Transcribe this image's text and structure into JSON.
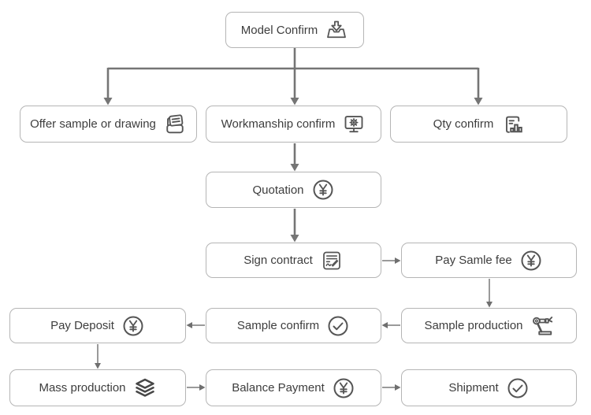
{
  "diagram": {
    "type": "flowchart",
    "background": "#ffffff",
    "colors": {
      "box_border": "#b5b5b5",
      "box_fill": "#ffffff",
      "text": "#3d3d3d",
      "icon": "#555555",
      "arrow_thick": "#757575",
      "arrow_thin": "#6f6f6f"
    },
    "nodes": [
      {
        "id": "model-confirm",
        "label": "Model Confirm",
        "icon": "download-tray-icon"
      },
      {
        "id": "offer-sample-or-drawing",
        "label": "Offer sample or drawing",
        "icon": "printer-document-icon"
      },
      {
        "id": "workmanship-confirm",
        "label": "Workmanship confirm",
        "icon": "monitor-gear-icon"
      },
      {
        "id": "qty-confirm",
        "label": "Qty confirm",
        "icon": "document-bar-chart-icon"
      },
      {
        "id": "quotation",
        "label": "Quotation",
        "icon": "yuan-circle-icon"
      },
      {
        "id": "sign-contract",
        "label": "Sign contract",
        "icon": "contract-signature-icon"
      },
      {
        "id": "pay-sample-fee",
        "label": "Pay Samle fee",
        "icon": "yuan-circle-icon"
      },
      {
        "id": "sample-production",
        "label": "Sample production",
        "icon": "robot-arm-icon"
      },
      {
        "id": "sample-confirm",
        "label": "Sample confirm",
        "icon": "check-circle-icon"
      },
      {
        "id": "pay-deposit",
        "label": "Pay Deposit",
        "icon": "yuan-circle-icon"
      },
      {
        "id": "mass-production",
        "label": "Mass production",
        "icon": "layers-icon"
      },
      {
        "id": "balance-payment",
        "label": "Balance Payment",
        "icon": "yuan-circle-icon"
      },
      {
        "id": "shipment",
        "label": "Shipment",
        "icon": "check-circle-icon"
      }
    ],
    "edges": [
      {
        "from": "model-confirm",
        "to": "offer-sample-or-drawing",
        "style": "thick"
      },
      {
        "from": "model-confirm",
        "to": "workmanship-confirm",
        "style": "thick"
      },
      {
        "from": "model-confirm",
        "to": "qty-confirm",
        "style": "thick"
      },
      {
        "from": "workmanship-confirm",
        "to": "quotation",
        "style": "thick"
      },
      {
        "from": "quotation",
        "to": "sign-contract",
        "style": "thick"
      },
      {
        "from": "sign-contract",
        "to": "pay-sample-fee",
        "style": "thin"
      },
      {
        "from": "pay-sample-fee",
        "to": "sample-production",
        "style": "thin"
      },
      {
        "from": "sample-production",
        "to": "sample-confirm",
        "style": "thin"
      },
      {
        "from": "sample-confirm",
        "to": "pay-deposit",
        "style": "thin"
      },
      {
        "from": "pay-deposit",
        "to": "mass-production",
        "style": "thin"
      },
      {
        "from": "mass-production",
        "to": "balance-payment",
        "style": "thin"
      },
      {
        "from": "balance-payment",
        "to": "shipment",
        "style": "thin"
      }
    ]
  }
}
